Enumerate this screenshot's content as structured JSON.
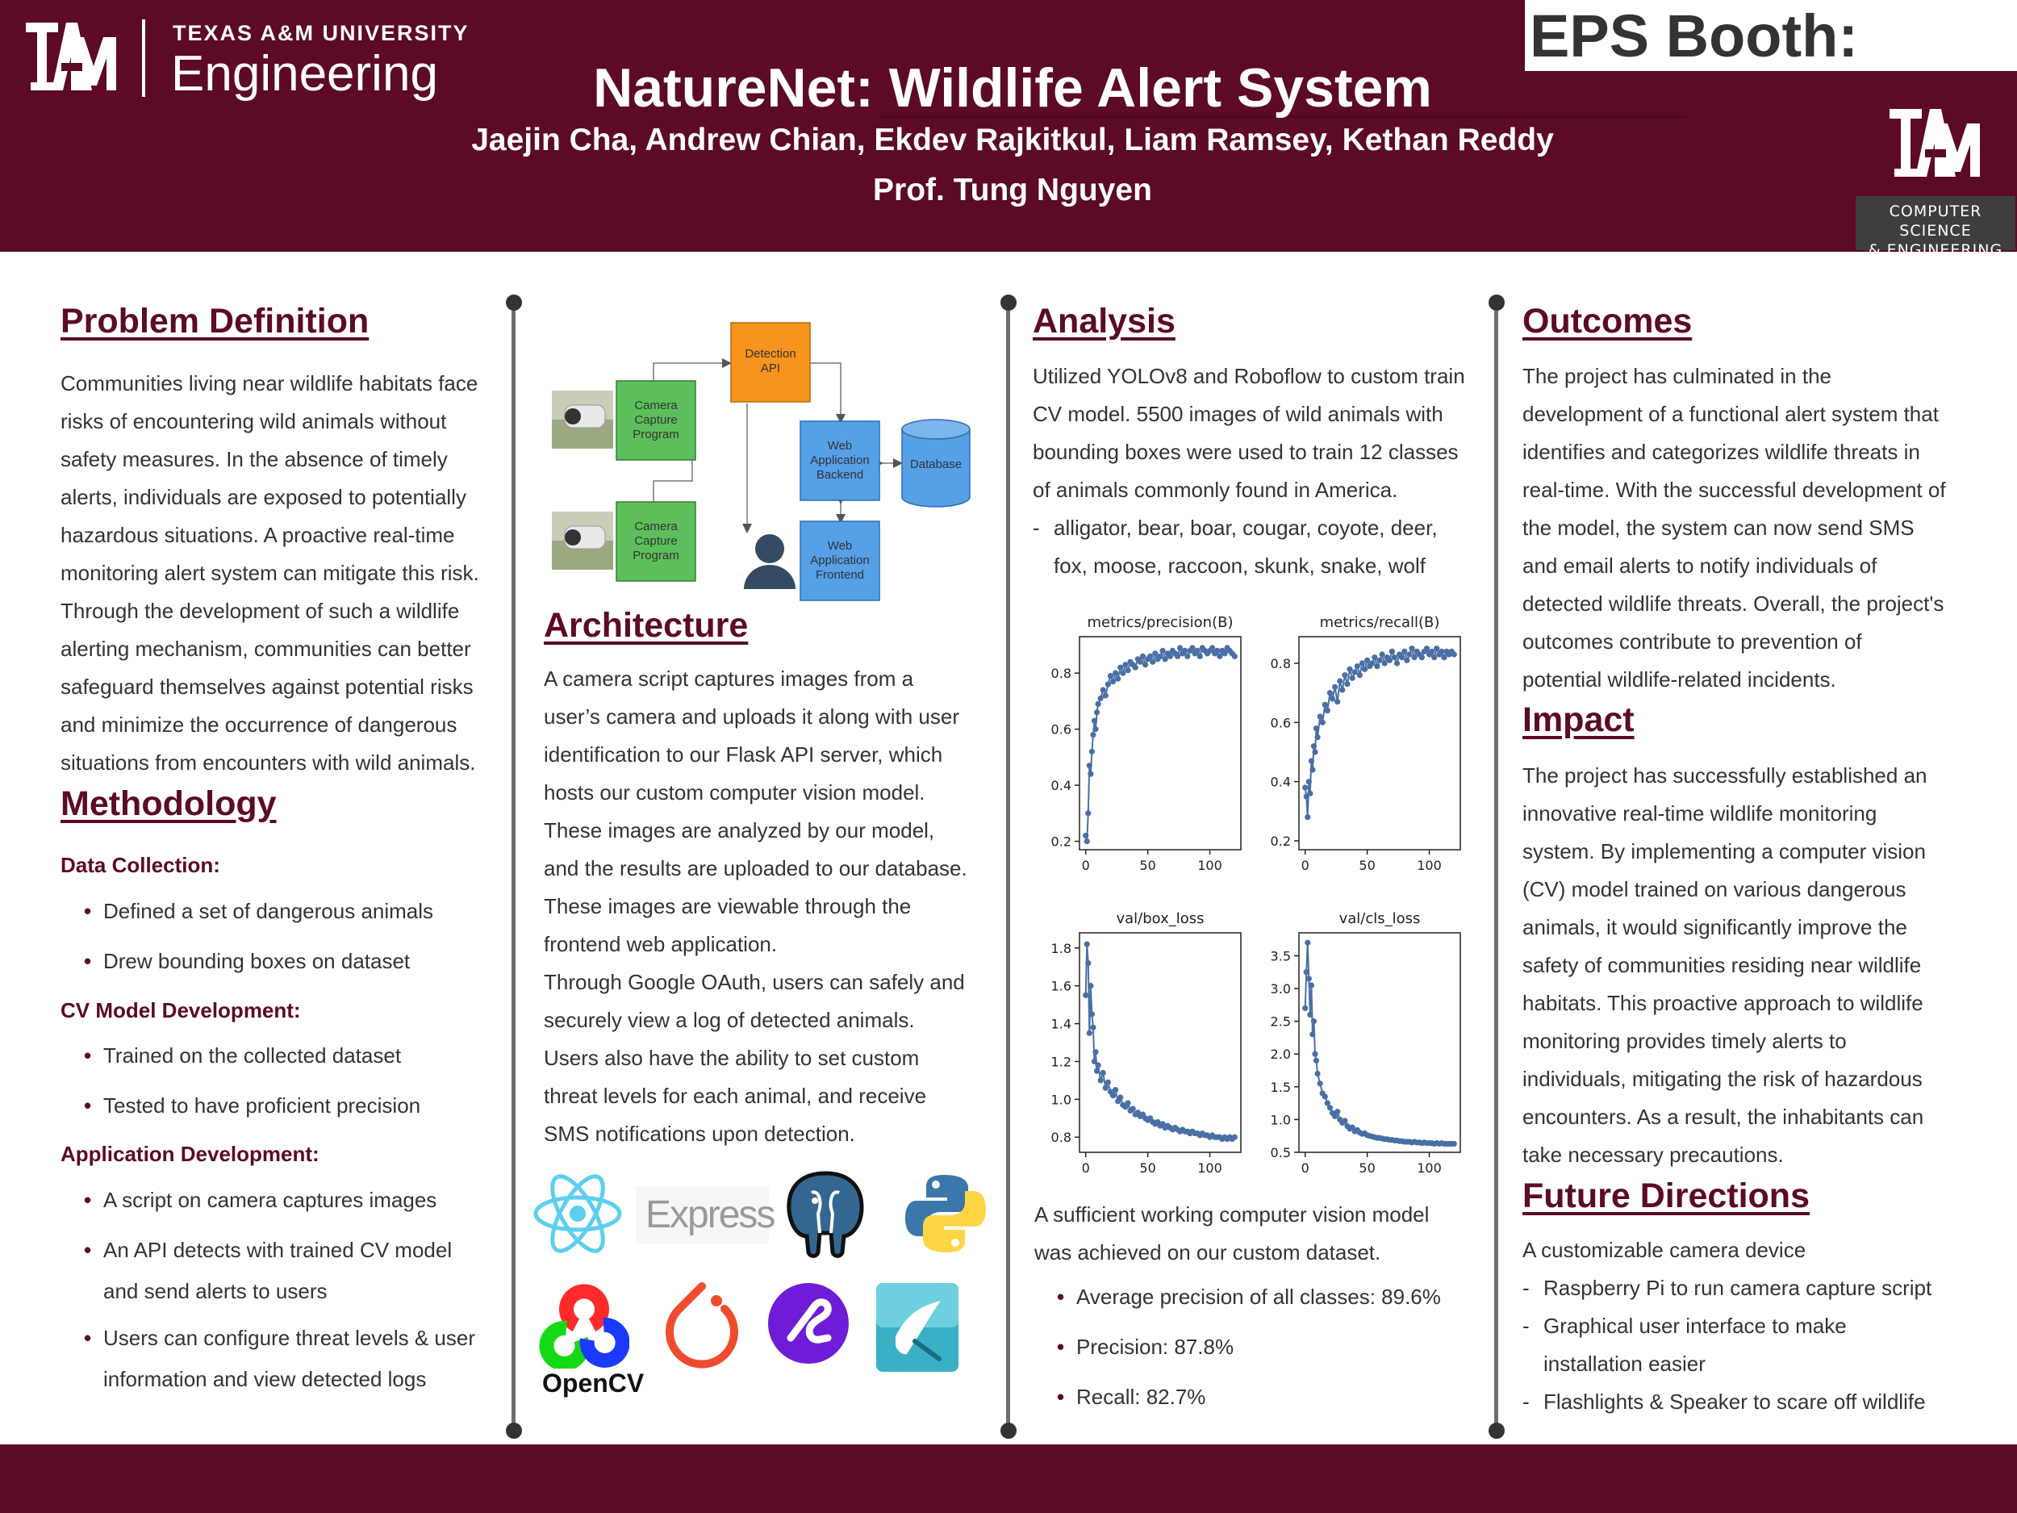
{
  "header": {
    "university": "TEXAS A&M UNIVERSITY",
    "college": "Engineering",
    "booth_label": "EPS Booth:",
    "title": "NatureNet: Wildlife Alert System",
    "authors": "Jaejin Cha, Andrew Chian, Ekdev Rajkitkul, Liam Ramsey, Kethan Reddy",
    "advisor": "Prof. Tung Nguyen",
    "department_line1": "COMPUTER SCIENCE",
    "department_line2": "& ENGINEERING"
  },
  "problem": {
    "heading": "Problem Definition",
    "lines": [
      "Communities living near wildlife habitats face",
      "risks of encountering wild animals without",
      "safety measures. In the absence of timely",
      "alerts, individuals are exposed to potentially",
      "hazardous situations. A proactive real-time",
      "monitoring alert system can mitigate this risk.",
      "Through the development of such a wildlife",
      "alerting mechanism, communities can better",
      "safeguard themselves against potential risks",
      "and minimize the occurrence of dangerous",
      "situations from encounters with wild animals."
    ]
  },
  "methodology": {
    "heading": "Methodology",
    "data_collection": {
      "title": "Data Collection:",
      "items": [
        "Defined a set of dangerous animals",
        "Drew bounding boxes on dataset"
      ]
    },
    "cv_model": {
      "title": "CV Model Development:",
      "items": [
        "Trained on the collected dataset",
        "Tested to have proficient precision"
      ]
    },
    "app_dev": {
      "title": "Application Development:",
      "items": [
        "A script on camera captures images",
        "An API detects with trained CV model",
        "and send alerts to users",
        "Users can configure threat levels & user",
        "information and view detected logs"
      ]
    }
  },
  "diagram": {
    "detection_api_1": "Detection",
    "detection_api_2": "API",
    "camera_1_line1": "Camera",
    "camera_1_line2": "Capture",
    "camera_1_line3": "Program",
    "camera_2_line1": "Camera",
    "camera_2_line2": "Capture",
    "camera_2_line3": "Program",
    "backend_line1": "Web",
    "backend_line2": "Application",
    "backend_line3": "Backend",
    "frontend_line1": "Web",
    "frontend_line2": "Application",
    "frontend_line3": "Frontend",
    "database": "Database",
    "colors": {
      "api": "#f7941d",
      "camera": "#5cbf5c",
      "web": "#56a0e8"
    }
  },
  "architecture": {
    "heading": "Architecture",
    "lines": [
      "A camera script captures images from a",
      "user’s camera and uploads it along with user",
      "identification to our Flask API server, which",
      "hosts our custom computer vision model.",
      "These images are analyzed by our model,",
      "and the results are uploaded to our database.",
      "These images are viewable through the",
      "frontend web application.",
      "Through Google OAuth, users can safely and",
      "securely view a log of detected animals.",
      "Users also have the ability to set custom",
      "threat levels for each animal, and receive",
      "SMS notifications upon detection."
    ],
    "tech_logos": [
      "react-logo",
      "express-logo",
      "postgresql-logo",
      "python-logo",
      "opencv-logo",
      "pytorch-logo",
      "twilio-logo",
      "flutter-logo"
    ],
    "express_text": "Express",
    "opencv_text": "OpenCV"
  },
  "analysis": {
    "heading": "Analysis",
    "lines": [
      "Utilized YOLOv8 and Roboflow to custom train",
      "CV model. 5500 images of wild animals with",
      "bounding boxes were used to train 12 classes",
      "of animals commonly found in America."
    ],
    "animals_line1": "alligator, bear, boar, cougar, coyote, deer,",
    "animals_line2": "fox, moose, raccoon, skunk, snake, wolf",
    "summary_line1": "A sufficient working computer vision model",
    "summary_line2": "was achieved on our custom dataset.",
    "results": [
      "Average precision of all classes: 89.6%",
      "Precision: 87.8%",
      "Recall: 82.7%"
    ]
  },
  "chart_data": [
    {
      "type": "line",
      "title": "metrics/precision(B)",
      "xlim": [
        -5,
        125
      ],
      "ylim": [
        0.17,
        0.93
      ],
      "yticks": [
        "0.8",
        "0.6",
        "0.4",
        "0.2"
      ],
      "ytick_values": [
        0.8,
        0.6,
        0.4,
        0.2
      ],
      "xticks": [
        "0",
        "50",
        "100"
      ],
      "xtick_values": [
        0,
        50,
        100
      ],
      "x": [
        0,
        1,
        2,
        3,
        4,
        5,
        6,
        7,
        8,
        9,
        10,
        12,
        14,
        16,
        18,
        20,
        22,
        24,
        26,
        28,
        30,
        32,
        34,
        36,
        38,
        40,
        42,
        44,
        46,
        48,
        50,
        52,
        54,
        56,
        58,
        60,
        62,
        64,
        66,
        68,
        70,
        72,
        74,
        76,
        78,
        80,
        82,
        84,
        86,
        88,
        90,
        92,
        94,
        96,
        98,
        100,
        102,
        104,
        106,
        108,
        110,
        112,
        114,
        116,
        118,
        120
      ],
      "y": [
        0.22,
        0.2,
        0.3,
        0.47,
        0.44,
        0.52,
        0.58,
        0.63,
        0.6,
        0.66,
        0.69,
        0.71,
        0.74,
        0.72,
        0.76,
        0.79,
        0.77,
        0.8,
        0.78,
        0.82,
        0.8,
        0.83,
        0.81,
        0.84,
        0.83,
        0.82,
        0.85,
        0.84,
        0.86,
        0.83,
        0.85,
        0.86,
        0.84,
        0.87,
        0.85,
        0.86,
        0.88,
        0.85,
        0.87,
        0.86,
        0.88,
        0.87,
        0.86,
        0.89,
        0.87,
        0.88,
        0.86,
        0.88,
        0.89,
        0.87,
        0.88,
        0.86,
        0.89,
        0.88,
        0.87,
        0.88,
        0.89,
        0.87,
        0.88,
        0.86,
        0.88,
        0.87,
        0.89,
        0.88,
        0.87,
        0.86
      ]
    },
    {
      "type": "line",
      "title": "metrics/recall(B)",
      "xlim": [
        -5,
        125
      ],
      "ylim": [
        0.17,
        0.89
      ],
      "yticks": [
        "0.8",
        "0.6",
        "0.4",
        "0.2"
      ],
      "ytick_values": [
        0.8,
        0.6,
        0.4,
        0.2
      ],
      "xticks": [
        "0",
        "50",
        "100"
      ],
      "xtick_values": [
        0,
        50,
        100
      ],
      "x": [
        0,
        1,
        2,
        3,
        4,
        5,
        6,
        7,
        8,
        9,
        10,
        12,
        14,
        16,
        18,
        20,
        22,
        24,
        26,
        28,
        30,
        32,
        34,
        36,
        38,
        40,
        42,
        44,
        46,
        48,
        50,
        52,
        54,
        56,
        58,
        60,
        62,
        64,
        66,
        68,
        70,
        72,
        74,
        76,
        78,
        80,
        82,
        84,
        86,
        88,
        90,
        92,
        94,
        96,
        98,
        100,
        102,
        104,
        106,
        108,
        110,
        112,
        114,
        116,
        118,
        120
      ],
      "y": [
        0.38,
        0.35,
        0.28,
        0.4,
        0.36,
        0.47,
        0.44,
        0.52,
        0.5,
        0.58,
        0.55,
        0.62,
        0.6,
        0.66,
        0.64,
        0.7,
        0.68,
        0.72,
        0.67,
        0.74,
        0.71,
        0.76,
        0.73,
        0.78,
        0.75,
        0.77,
        0.79,
        0.76,
        0.8,
        0.78,
        0.81,
        0.79,
        0.8,
        0.82,
        0.79,
        0.81,
        0.83,
        0.8,
        0.82,
        0.81,
        0.84,
        0.82,
        0.8,
        0.83,
        0.82,
        0.84,
        0.81,
        0.83,
        0.85,
        0.82,
        0.84,
        0.83,
        0.82,
        0.84,
        0.85,
        0.83,
        0.84,
        0.82,
        0.85,
        0.83,
        0.84,
        0.82,
        0.84,
        0.83,
        0.84,
        0.83
      ]
    },
    {
      "type": "line",
      "title": "val/box_loss",
      "xlim": [
        -5,
        125
      ],
      "ylim": [
        0.72,
        1.88
      ],
      "yticks": [
        "1.8",
        "1.6",
        "1.4",
        "1.2",
        "1.0",
        "0.8"
      ],
      "ytick_values": [
        1.8,
        1.6,
        1.4,
        1.2,
        1.0,
        0.8
      ],
      "xticks": [
        "0",
        "50",
        "100"
      ],
      "xtick_values": [
        0,
        50,
        100
      ],
      "x": [
        0,
        1,
        2,
        3,
        4,
        5,
        6,
        7,
        8,
        9,
        10,
        12,
        14,
        16,
        18,
        20,
        22,
        24,
        26,
        28,
        30,
        32,
        34,
        36,
        38,
        40,
        42,
        44,
        46,
        48,
        50,
        52,
        54,
        56,
        58,
        60,
        62,
        64,
        66,
        68,
        70,
        72,
        74,
        76,
        78,
        80,
        82,
        84,
        86,
        88,
        90,
        92,
        94,
        96,
        98,
        100,
        102,
        104,
        106,
        108,
        110,
        112,
        114,
        116,
        118,
        120
      ],
      "y": [
        1.55,
        1.82,
        1.72,
        1.35,
        1.6,
        1.45,
        1.38,
        1.2,
        1.25,
        1.15,
        1.18,
        1.1,
        1.14,
        1.06,
        1.09,
        1.04,
        1.02,
        1.05,
        0.99,
        1.01,
        0.97,
        0.96,
        0.98,
        0.94,
        0.95,
        0.92,
        0.93,
        0.91,
        0.92,
        0.9,
        0.89,
        0.9,
        0.88,
        0.87,
        0.88,
        0.86,
        0.87,
        0.85,
        0.86,
        0.85,
        0.84,
        0.85,
        0.84,
        0.83,
        0.84,
        0.83,
        0.83,
        0.82,
        0.83,
        0.82,
        0.82,
        0.81,
        0.82,
        0.81,
        0.81,
        0.8,
        0.81,
        0.8,
        0.8,
        0.8,
        0.79,
        0.8,
        0.79,
        0.8,
        0.79,
        0.8
      ]
    },
    {
      "type": "line",
      "title": "val/cls_loss",
      "xlim": [
        -5,
        125
      ],
      "ylim": [
        0.5,
        3.85
      ],
      "yticks": [
        "3.5",
        "3.0",
        "2.5",
        "2.0",
        "1.5",
        "1.0",
        "0.5"
      ],
      "ytick_values": [
        3.5,
        3.0,
        2.5,
        2.0,
        1.5,
        1.0,
        0.5
      ],
      "xticks": [
        "0",
        "50",
        "100"
      ],
      "xtick_values": [
        0,
        50,
        100
      ],
      "x": [
        0,
        1,
        2,
        3,
        4,
        5,
        6,
        7,
        8,
        9,
        10,
        12,
        14,
        16,
        18,
        20,
        22,
        24,
        26,
        28,
        30,
        32,
        34,
        36,
        38,
        40,
        42,
        44,
        46,
        48,
        50,
        52,
        54,
        56,
        58,
        60,
        62,
        64,
        66,
        68,
        70,
        72,
        74,
        76,
        78,
        80,
        82,
        84,
        86,
        88,
        90,
        92,
        94,
        96,
        98,
        100,
        102,
        104,
        106,
        108,
        110,
        112,
        114,
        116,
        118,
        120
      ],
      "y": [
        2.7,
        3.25,
        3.7,
        3.15,
        2.6,
        3.05,
        2.3,
        2.5,
        2.0,
        1.9,
        1.7,
        1.55,
        1.4,
        1.35,
        1.25,
        1.18,
        1.1,
        1.05,
        1.12,
        1.0,
        0.95,
        0.98,
        0.9,
        0.86,
        0.88,
        0.82,
        0.84,
        0.8,
        0.78,
        0.79,
        0.76,
        0.75,
        0.74,
        0.73,
        0.72,
        0.72,
        0.71,
        0.7,
        0.7,
        0.69,
        0.69,
        0.68,
        0.68,
        0.67,
        0.67,
        0.66,
        0.66,
        0.66,
        0.65,
        0.66,
        0.65,
        0.65,
        0.64,
        0.65,
        0.64,
        0.64,
        0.64,
        0.63,
        0.64,
        0.63,
        0.64,
        0.63,
        0.63,
        0.63,
        0.63,
        0.63
      ]
    }
  ],
  "outcomes": {
    "heading": "Outcomes",
    "lines": [
      "The project has culminated in the",
      "development of a functional alert system that",
      "identifies and categorizes wildlife threats in",
      "real-time. With the successful development of",
      "the model, the system can now send SMS",
      "and email alerts to notify individuals of",
      "detected wildlife threats. Overall, the project's",
      "outcomes contribute to prevention of",
      "potential wildlife-related incidents."
    ]
  },
  "impact": {
    "heading": "Impact",
    "lines": [
      "The project has successfully established an",
      "innovative real-time wildlife monitoring",
      "system. By implementing a computer vision",
      "(CV) model trained on various dangerous",
      "animals, it would significantly improve the",
      "safety of communities residing near wildlife",
      "habitats. This proactive approach to wildlife",
      "monitoring provides timely alerts to",
      "individuals, mitigating the risk of hazardous",
      "encounters. As a result, the inhabitants can",
      "take necessary precautions."
    ]
  },
  "future": {
    "heading": "Future Directions",
    "intro": "A customizable camera device",
    "items": [
      "Raspberry Pi to run camera capture script",
      "Graphical user interface to make",
      "installation easier",
      "Flashlights & Speaker to scare off wildlife"
    ]
  },
  "colors": {
    "maroon": "#5c0a25",
    "plot_line": "#4a6fa5"
  }
}
